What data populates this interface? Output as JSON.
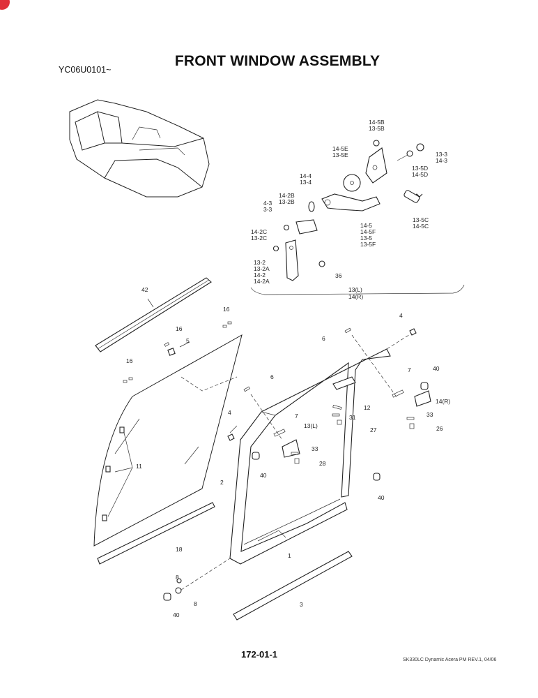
{
  "title": "FRONT WINDOW ASSEMBLY",
  "serial": "YC06U0101~",
  "page_number": "172-01-1",
  "footer": "SK330LC Dynamic Acera PM REV.1, 04/06",
  "labels": {
    "l_14_5b": "14-5B",
    "l_13_5b": "13-5B",
    "l_14_5e": "14-5E",
    "l_13_5e": "13-5E",
    "l_13_3": "13-3",
    "l_14_3": "14-3",
    "l_13_5d": "13-5D",
    "l_14_5d": "14-5D",
    "l_14_4": "14-4",
    "l_13_4": "13-4",
    "l_14_2b": "14-2B",
    "l_13_2b": "13-2B",
    "l_4_3": "4-3",
    "l_3_3": "3-3",
    "l_14_5": "14-5",
    "l_14_5f": "14-5F",
    "l_13_5": "13-5",
    "l_13_5f": "13-5F",
    "l_13_5c": "13-5C",
    "l_14_5c": "14-5C",
    "l_14_2c": "14-2C",
    "l_13_2c": "13-2C",
    "l_13_2": "13-2",
    "l_13_2a": "13-2A",
    "l_14_2": "14-2",
    "l_14_2a": "14-2A",
    "l_36": "36",
    "l_13l_top": "13(L)",
    "l_14r_top": "14(R)",
    "l_42": "42",
    "l_16a": "16",
    "l_16b": "16",
    "l_16c": "16",
    "l_5": "5",
    "l_6a": "6",
    "l_6b": "6",
    "l_4a": "4",
    "l_4b": "4",
    "l_7a": "7",
    "l_7b": "7",
    "l_40a": "40",
    "l_40b": "40",
    "l_40c": "40",
    "l_40d": "40",
    "l_14r": "14(R)",
    "l_33a": "33",
    "l_33b": "33",
    "l_26": "26",
    "l_12": "12",
    "l_31": "31",
    "l_27": "27",
    "l_13l": "13(L)",
    "l_28": "28",
    "l_11": "11",
    "l_2": "2",
    "l_18": "18",
    "l_1": "1",
    "l_3": "3",
    "l_8a": "8",
    "l_8b": "8"
  }
}
